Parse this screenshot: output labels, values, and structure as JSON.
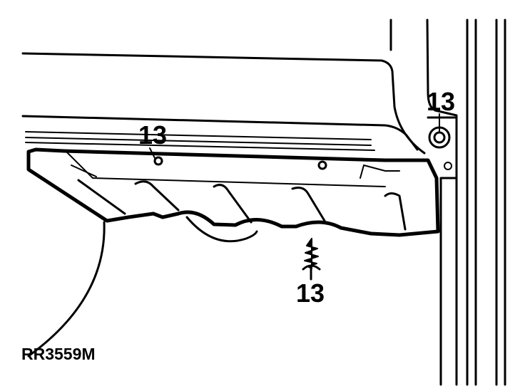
{
  "diagram": {
    "callouts": [
      {
        "id": "upper-left",
        "text": "13"
      },
      {
        "id": "upper-right",
        "text": "13"
      },
      {
        "id": "fastener",
        "text": "13"
      }
    ],
    "reference_code": "RR3559M",
    "colors": {
      "ink": "#000000",
      "paper": "#ffffff"
    }
  }
}
